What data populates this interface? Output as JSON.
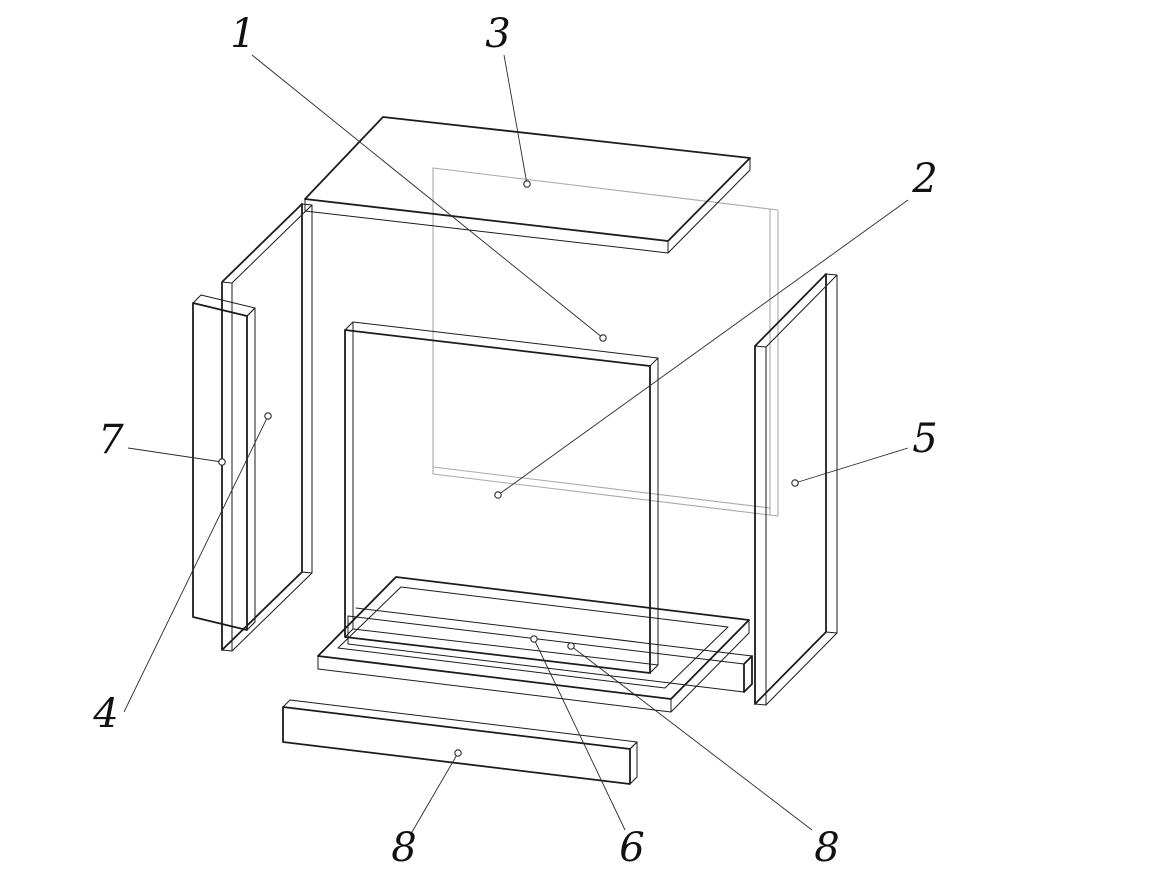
{
  "diagram": {
    "kind": "exploded-assembly-line-drawing",
    "colors": {
      "background": "#ffffff",
      "line": "#1c1c1c",
      "hidden_line": "#a9a9a9",
      "leader": "#2b2b2b"
    },
    "callouts": [
      {
        "label": "1",
        "target": "back-panel"
      },
      {
        "label": "3",
        "target": "top-panel"
      },
      {
        "label": "2",
        "target": "front-panel"
      },
      {
        "label": "7",
        "target": "left-outer-strip"
      },
      {
        "label": "5",
        "target": "right-panel"
      },
      {
        "label": "4",
        "target": "left-inner-panel"
      },
      {
        "label": "8",
        "target": "front-rail-detached"
      },
      {
        "label": "6",
        "target": "bottom-panel"
      },
      {
        "label": "8",
        "target": "bottom-rail"
      }
    ]
  }
}
